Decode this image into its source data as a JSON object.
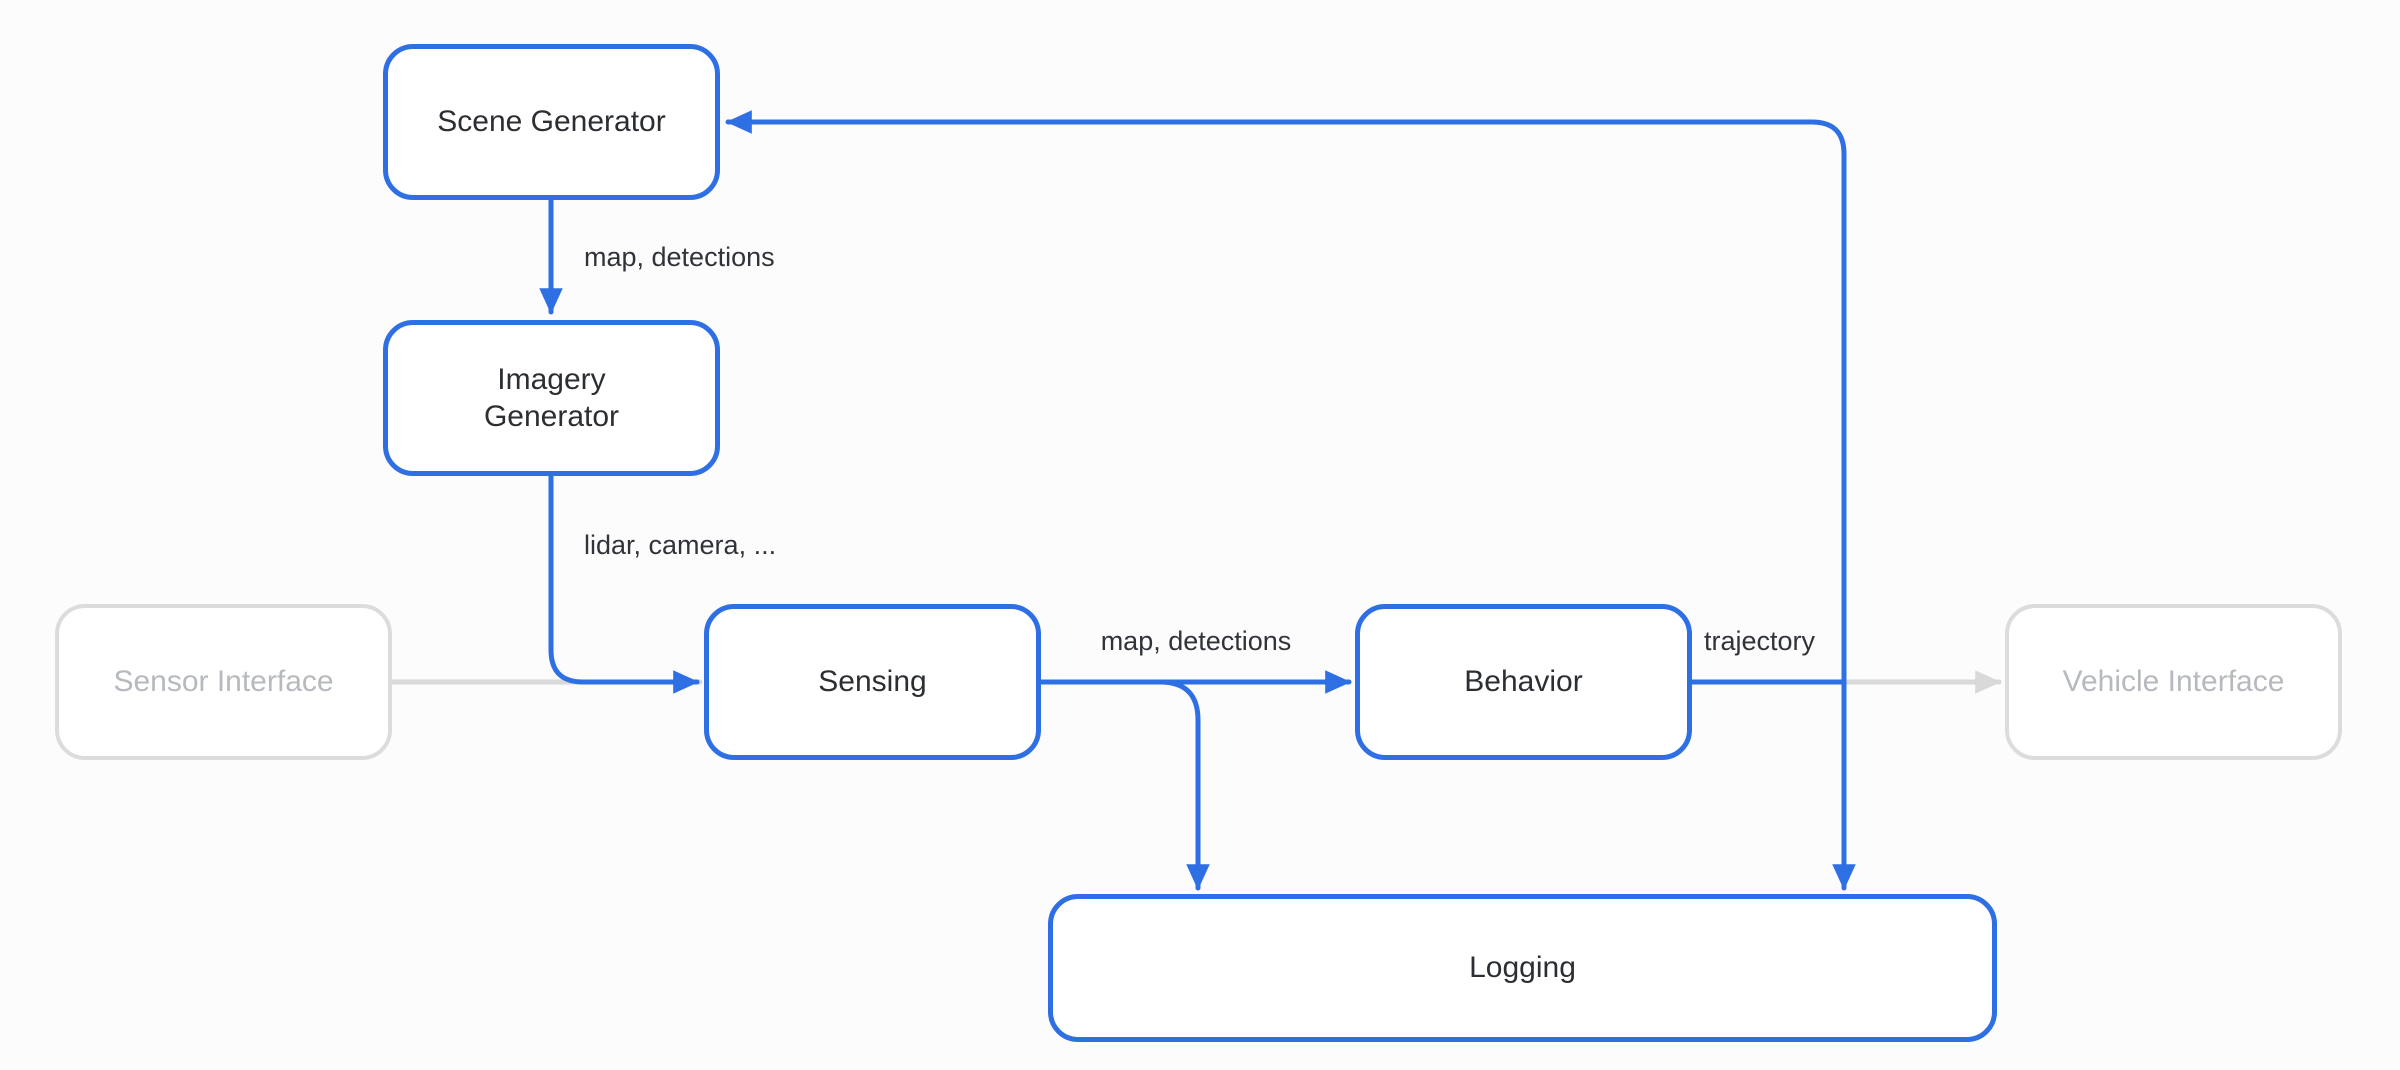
{
  "nodes": {
    "scene_generator": {
      "label": "Scene Generator"
    },
    "imagery_generator": {
      "label": "Imagery\nGenerator"
    },
    "sensor_interface": {
      "label": "Sensor Interface"
    },
    "sensing": {
      "label": "Sensing"
    },
    "behavior": {
      "label": "Behavior"
    },
    "vehicle_interface": {
      "label": "Vehicle Interface"
    },
    "logging": {
      "label": "Logging"
    }
  },
  "edge_labels": {
    "scene_to_imagery": "map, detections",
    "imagery_to_sensing": "lidar, camera, ...",
    "sensing_to_behavior": "map, detections",
    "behavior_to_vehicle": "trajectory"
  },
  "colors": {
    "accent": "#2f6fe4",
    "muted_stroke": "#d9d9d9",
    "muted_text": "#b6babf",
    "text": "#2b2f33",
    "background": "#fcfcfc"
  }
}
